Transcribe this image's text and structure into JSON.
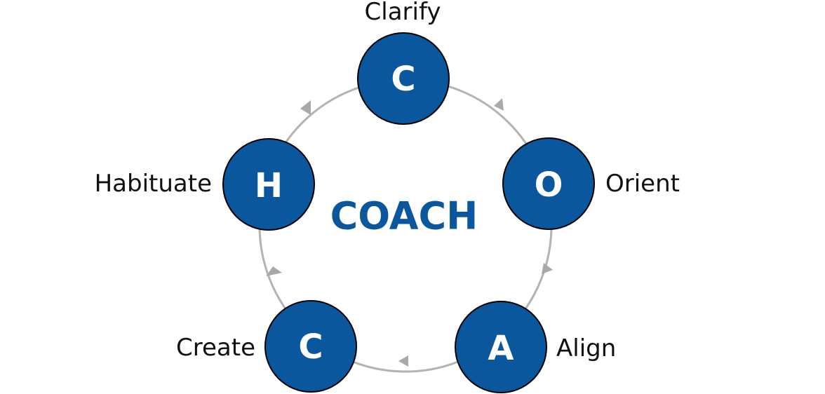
{
  "diagram": {
    "center_title": "COACH",
    "colors": {
      "node_fill": "#0b579e",
      "node_border": "#000000",
      "letter": "#ffffff",
      "center_title": "#0b579e",
      "connector": "#b3b3b3",
      "label": "#111111"
    },
    "steps": [
      {
        "letter": "C",
        "label": "Clarify"
      },
      {
        "letter": "O",
        "label": "Orient"
      },
      {
        "letter": "A",
        "label": "Align"
      },
      {
        "letter": "C",
        "label": "Create"
      },
      {
        "letter": "H",
        "label": "Habituate"
      }
    ],
    "flow_direction": "clockwise"
  }
}
